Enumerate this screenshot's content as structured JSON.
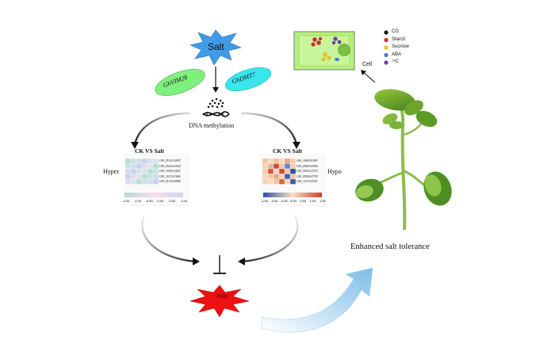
{
  "stress": {
    "label": "Salt"
  },
  "enzymes": [
    {
      "label": "GhVIM28",
      "color": "#7ef07e"
    },
    {
      "label": "GhDMT7",
      "color": "#38e6ec"
    }
  ],
  "process": {
    "label": "DNA methylation"
  },
  "heatmaps": [
    {
      "title": "CK VS Salt",
      "side_label": "Hyper",
      "genes": [
        "GH_D13G3807",
        "GH_D02G2520",
        "GH_A03G3426",
        "GH_A13G2384",
        "GH_D13G0840"
      ],
      "ticks": [
        "-1.50",
        "-1.00",
        "-0.50",
        "0.00",
        "0.50",
        "1.00"
      ],
      "palette": [
        "#b7dcd7",
        "#f6dfe9",
        "#cfd6ef"
      ]
    },
    {
      "title": "CK VS Salt",
      "side_label": "Hypo",
      "genes": [
        "GH_A09G0189",
        "GH_D06G0856",
        "GH_D02G2572",
        "GH_D05G0755",
        "GH_A13G2530"
      ],
      "ticks": [
        "-1.50",
        "-1.00",
        "-0.50",
        "0.00",
        "0.50",
        "1.00",
        "1.50"
      ],
      "palette": [
        "#2f51a8",
        "#f6e2c0",
        "#d93b2b"
      ]
    }
  ],
  "outcome": {
    "label": "ROS",
    "color": "#ee1111"
  },
  "cell": {
    "label": "Cell"
  },
  "legend": [
    {
      "label": "CG",
      "color": "#111111"
    },
    {
      "label": "Starch",
      "color": "#c83030"
    },
    {
      "label": "Sucrose",
      "color": "#e6c02a"
    },
    {
      "label": "ABA",
      "color": "#3f7ec2"
    },
    {
      "label": "¹⁴C",
      "color": "#6a3ea8"
    }
  ],
  "result": {
    "label": "Enhanced salt tolerance"
  }
}
